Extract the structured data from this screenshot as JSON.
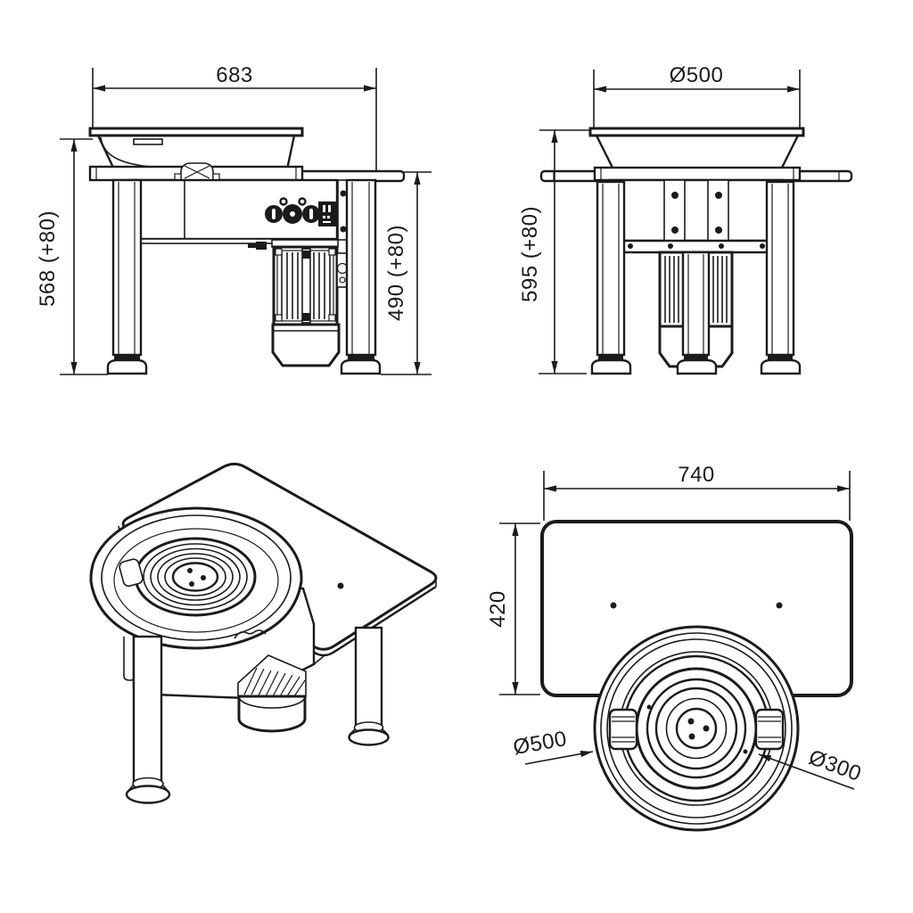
{
  "drawing": {
    "background_color": "#ffffff",
    "line_color": "#1b1b1b",
    "front_view": {
      "depth": "683",
      "height_to_rim": "568 (+80)",
      "height_to_table": "490 (+80)"
    },
    "side_view": {
      "pan_diameter": "Ø500",
      "height_to_rim": "595 (+80)"
    },
    "top_view": {
      "table_width": "740",
      "table_depth": "420",
      "pan_diameter": "Ø500",
      "wheelhead_diameter": "Ø300"
    }
  }
}
